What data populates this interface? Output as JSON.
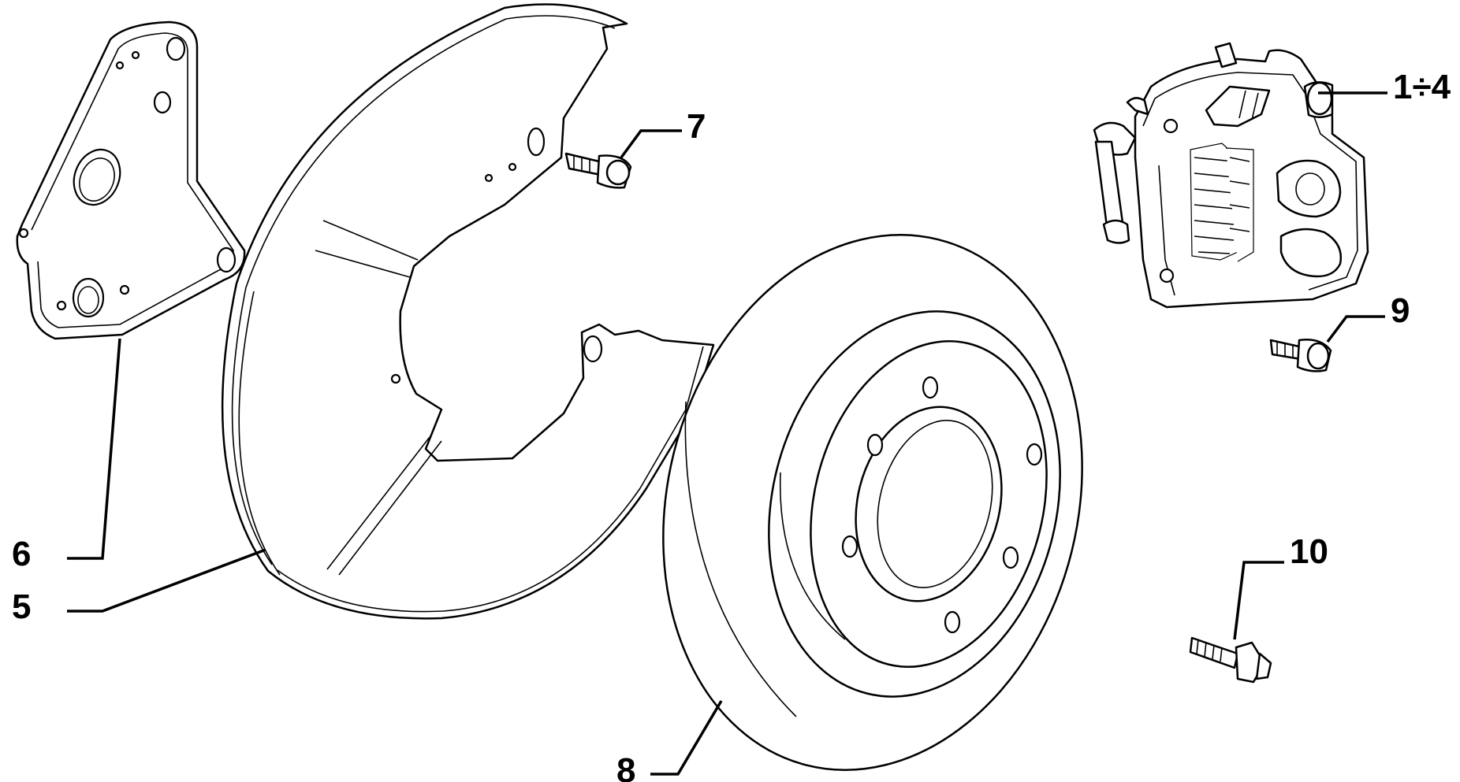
{
  "callouts": {
    "c_1_4": "1÷4",
    "c_5": "5",
    "c_6": "6",
    "c_7": "7",
    "c_8": "8",
    "c_9": "9",
    "c_10": "10"
  },
  "colors": {
    "line": "#000000",
    "background": "#ffffff"
  }
}
